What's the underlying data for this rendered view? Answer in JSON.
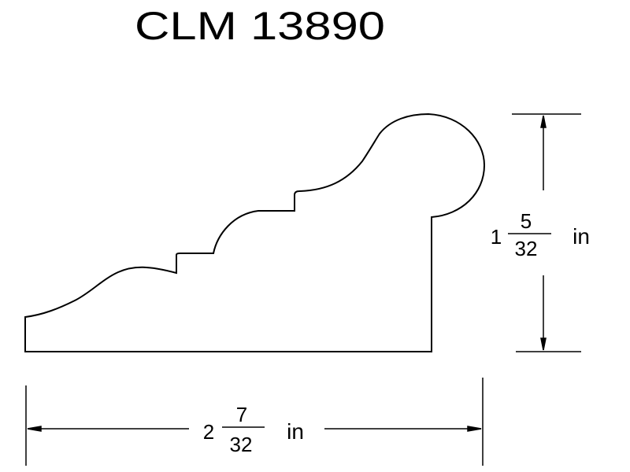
{
  "title": "CLM 13890",
  "dimensions": {
    "height": {
      "whole": "1",
      "numerator": "5",
      "denominator": "32",
      "unit": "in"
    },
    "width": {
      "whole": "2",
      "numerator": "7",
      "denominator": "32",
      "unit": "in"
    }
  },
  "colors": {
    "line": "#000000",
    "background": "#ffffff"
  }
}
